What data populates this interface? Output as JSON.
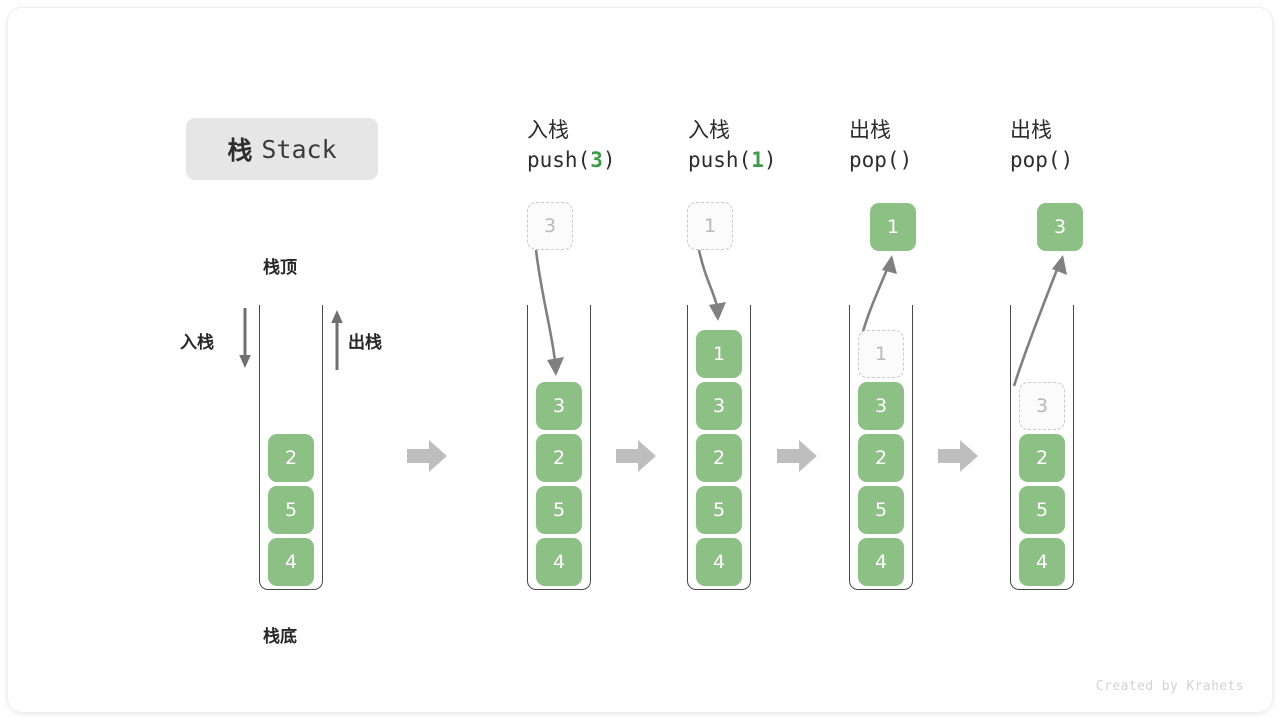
{
  "diagram": {
    "title_cn": "栈",
    "title_en": "Stack",
    "credit": "Created by Krahets",
    "colors": {
      "element": "#8cc084",
      "ghost_border": "#c9c9c9",
      "ghost_text": "#b9b9b9",
      "arrow": "#808080",
      "step_arrow": "#bebebe",
      "container_line": "#4a4a4a",
      "code_arg": "#3f9a4c",
      "title_pill_bg": "#e6e6e6"
    },
    "labels": {
      "top": "栈顶",
      "bottom": "栈底",
      "push_left": "入栈",
      "pop_left": "出栈"
    },
    "columns": [
      {
        "id": "initial",
        "header_cn": "",
        "header_code": "",
        "code_arg": "",
        "stack": [
          "4",
          "5",
          "2"
        ],
        "ghost_in_stack": null,
        "float": null,
        "arrow": null
      },
      {
        "id": "push-3",
        "header_cn": "入栈",
        "header_code_prefix": "push(",
        "code_arg": "3",
        "header_code_suffix": ")",
        "stack": [
          "4",
          "5",
          "2",
          "3"
        ],
        "ghost_in_stack": null,
        "float": {
          "value": "3",
          "style": "ghost"
        },
        "arrow": "down"
      },
      {
        "id": "push-1",
        "header_cn": "入栈",
        "header_code_prefix": "push(",
        "code_arg": "1",
        "header_code_suffix": ")",
        "stack": [
          "4",
          "5",
          "2",
          "3",
          "1"
        ],
        "ghost_in_stack": null,
        "float": {
          "value": "1",
          "style": "ghost"
        },
        "arrow": "down"
      },
      {
        "id": "pop-1",
        "header_cn": "出栈",
        "header_code_prefix": "pop(",
        "code_arg": "",
        "header_code_suffix": ")",
        "stack": [
          "4",
          "5",
          "2",
          "3"
        ],
        "ghost_in_stack": {
          "value": "1",
          "position": "top"
        },
        "float": {
          "value": "1",
          "style": "solid"
        },
        "arrow": "up"
      },
      {
        "id": "pop-3",
        "header_cn": "出栈",
        "header_code_prefix": "pop(",
        "code_arg": "",
        "header_code_suffix": ")",
        "stack": [
          "4",
          "5",
          "2"
        ],
        "ghost_in_stack": {
          "value": "3",
          "position": "top"
        },
        "float": {
          "value": "3",
          "style": "solid"
        },
        "arrow": "up"
      }
    ]
  }
}
